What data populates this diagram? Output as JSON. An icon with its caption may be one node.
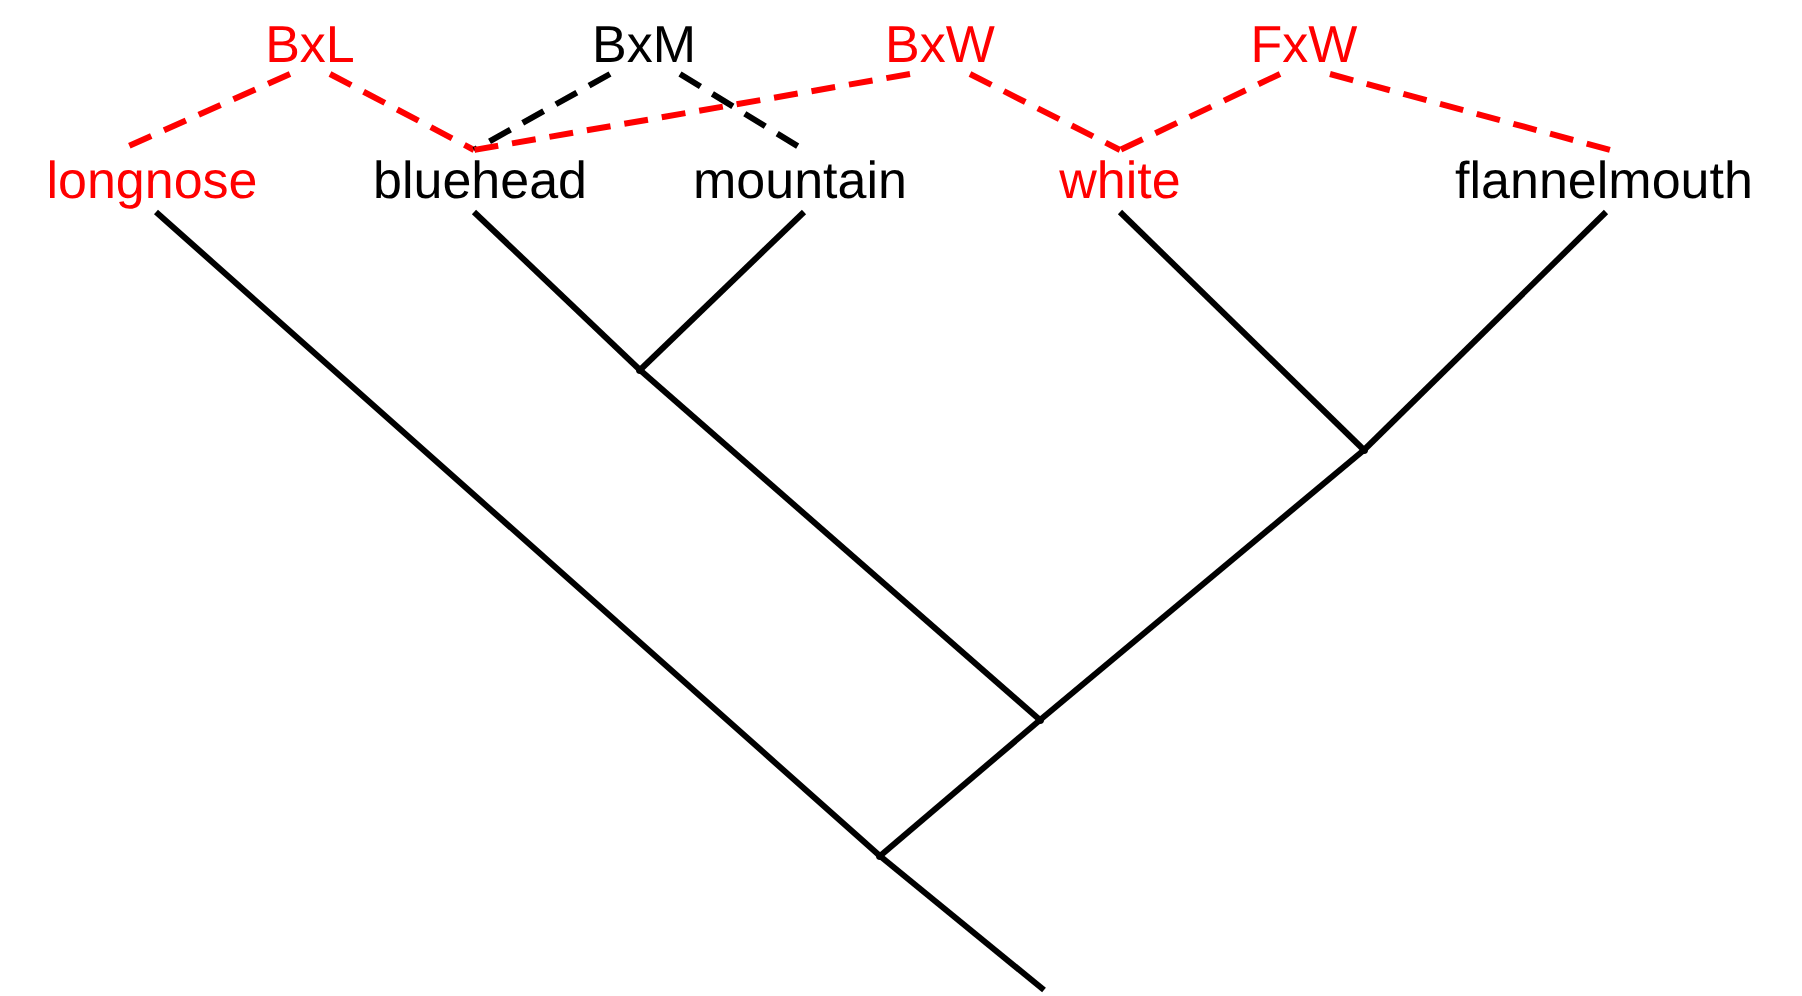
{
  "diagram": {
    "nodes": [
      {
        "text": [
          "BxL"
        ]
      },
      {
        "text": [
          "BxM"
        ]
      },
      {
        "text": [
          "BxW"
        ]
      },
      {
        "text": [
          "FxW"
        ]
      },
      {
        "text": [
          "longnose"
        ]
      },
      {
        "text": [
          "bluehead"
        ]
      },
      {
        "text": [
          "mountain"
        ]
      },
      {
        "text": [
          "white"
        ]
      },
      {
        "text": [
          "flannelmouth"
        ]
      },
      {
        "text": [],
        "shape": "point"
      },
      {
        "text": [],
        "shape": "point"
      },
      {
        "text": [],
        "shape": "point"
      },
      {
        "text": [],
        "shape": "point"
      }
    ],
    "edges": [
      {
        "from": 0,
        "to": 4,
        "arrow": "none",
        "style": "dashed",
        "color": "#ff0000"
      },
      {
        "from": 0,
        "to": 5,
        "arrow": "none",
        "style": "dashed",
        "color": "#ff0000"
      },
      {
        "from": 1,
        "to": 5,
        "arrow": "none",
        "style": "dashed"
      },
      {
        "from": 1,
        "to": 6,
        "arrow": "none",
        "style": "dashed"
      },
      {
        "from": 2,
        "to": 5,
        "arrow": "none",
        "style": "dashed",
        "color": "#ff0000"
      },
      {
        "from": 2,
        "to": 7,
        "arrow": "none",
        "style": "dashed",
        "color": "#ff0000"
      },
      {
        "from": 3,
        "to": 7,
        "arrow": "none",
        "style": "dashed",
        "color": "#ff0000"
      },
      {
        "from": 3,
        "to": 8,
        "arrow": "none",
        "style": "dashed",
        "color": "#ff0000"
      },
      {
        "from": 5,
        "to": 9,
        "arrow": "none"
      },
      {
        "from": 6,
        "to": 9,
        "arrow": "none"
      },
      {
        "from": 9,
        "to": 11,
        "arrow": "none"
      },
      {
        "from": 7,
        "to": 10,
        "arrow": "none"
      },
      {
        "from": 8,
        "to": 10,
        "arrow": "none"
      },
      {
        "from": 10,
        "to": 11,
        "arrow": "none"
      },
      {
        "from": 11,
        "to": 12,
        "arrow": "none"
      },
      {
        "from": 4,
        "to": 12,
        "arrow": "none"
      },
      {
        "from": 12,
        "to": null,
        "arrow": "none"
      }
    ]
  }
}
